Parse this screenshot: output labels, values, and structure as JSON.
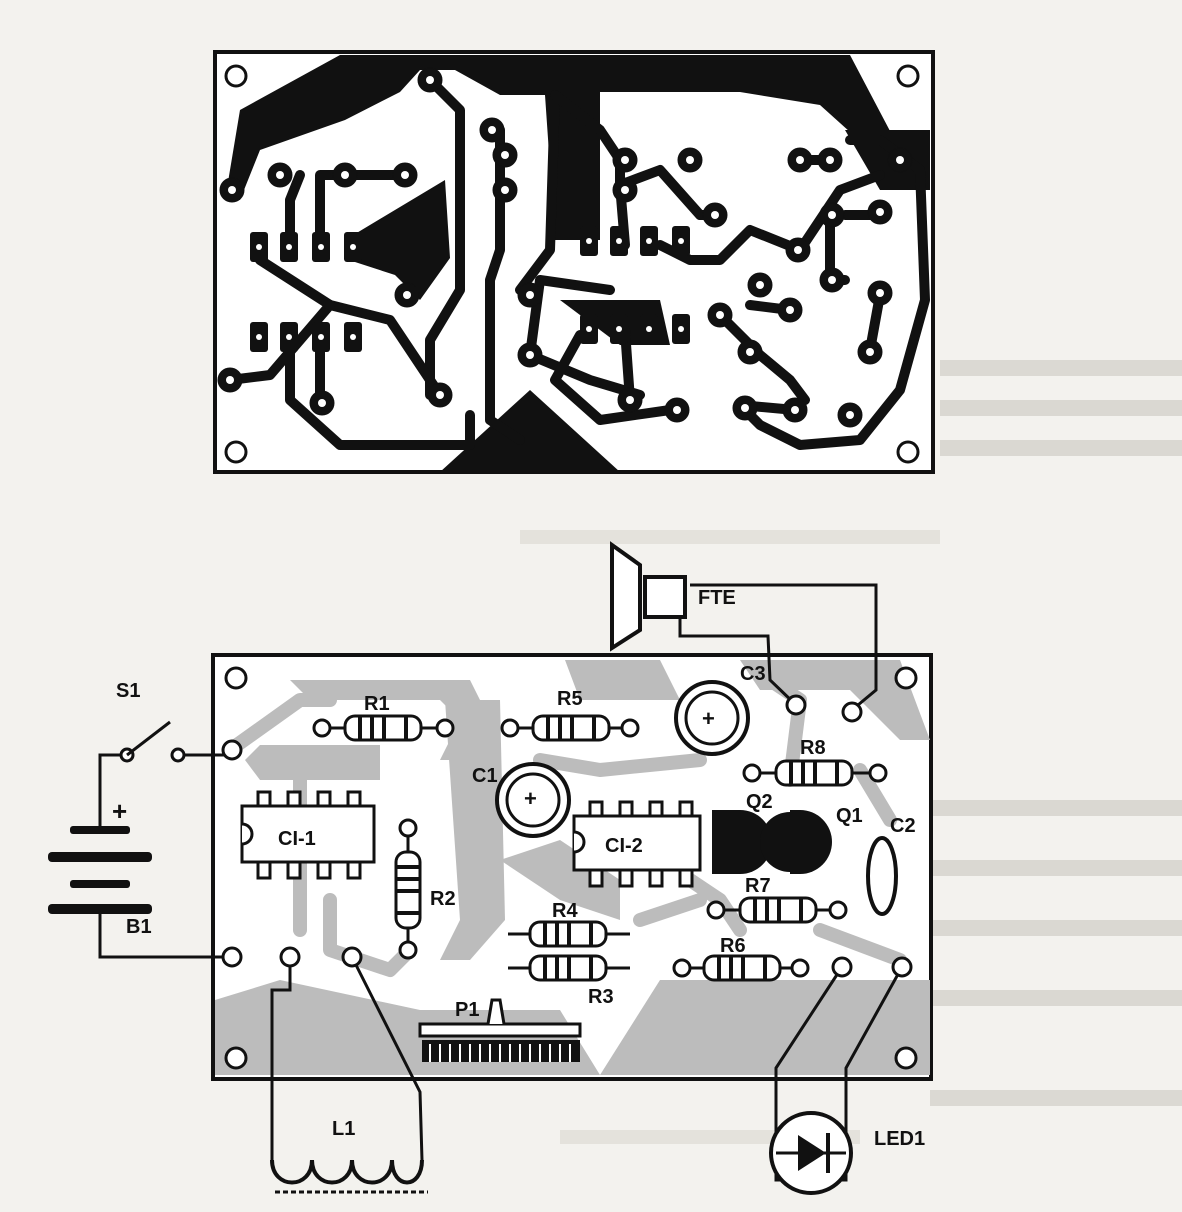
{
  "figure": {
    "labels": {
      "S1": "S1",
      "B1": "B1",
      "plus": "+",
      "R1": "R1",
      "R2": "R2",
      "R3": "R3",
      "R4": "R4",
      "R5": "R5",
      "R6": "R6",
      "R7": "R7",
      "R8": "R8",
      "C1": "C1",
      "C2": "C2",
      "C3": "C3",
      "CI1": "CI-1",
      "CI2": "CI-2",
      "Q1": "Q1",
      "Q2": "Q2",
      "P1": "P1",
      "L1": "L1",
      "LED1": "LED1",
      "FTE": "FTE"
    }
  },
  "colors": {
    "ink": "#111111",
    "paper": "#f3f2ee",
    "board": "#ffffff",
    "copper_shadow": "#b9b9b9"
  }
}
